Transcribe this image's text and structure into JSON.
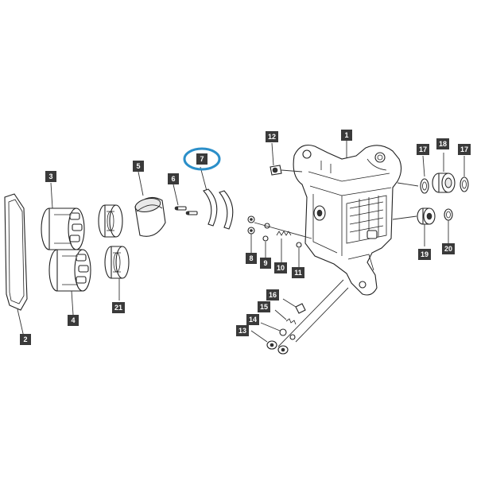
{
  "diagram": {
    "highlight_color": "#2b8fc9",
    "callout_color": "#3a3a3a",
    "highlighted_callout": "7",
    "callouts": [
      {
        "key": "c1",
        "label": "1"
      },
      {
        "key": "c2",
        "label": "2"
      },
      {
        "key": "c3",
        "label": "3"
      },
      {
        "key": "c4",
        "label": "4"
      },
      {
        "key": "c5",
        "label": "5"
      },
      {
        "key": "c6",
        "label": "6"
      },
      {
        "key": "c7",
        "label": "7"
      },
      {
        "key": "c8",
        "label": "8"
      },
      {
        "key": "c9",
        "label": "9"
      },
      {
        "key": "c10",
        "label": "10"
      },
      {
        "key": "c11",
        "label": "11"
      },
      {
        "key": "c12",
        "label": "12"
      },
      {
        "key": "c13",
        "label": "13"
      },
      {
        "key": "c14",
        "label": "14"
      },
      {
        "key": "c15",
        "label": "15"
      },
      {
        "key": "c16",
        "label": "16"
      },
      {
        "key": "c17a",
        "label": "17"
      },
      {
        "key": "c17b",
        "label": "17"
      },
      {
        "key": "c18",
        "label": "18"
      },
      {
        "key": "c19",
        "label": "19"
      },
      {
        "key": "c20",
        "label": "20"
      },
      {
        "key": "c21",
        "label": "21"
      }
    ]
  }
}
